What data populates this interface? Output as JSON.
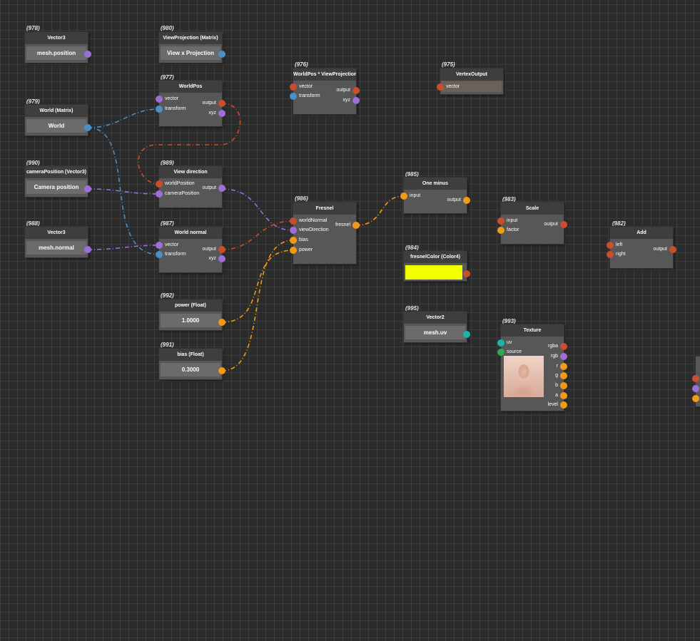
{
  "colors": {
    "vector4": "#9b6fd6",
    "vector3": "#9b6fd6",
    "matrix": "#4a90c6",
    "float": "#f09a15",
    "vector2": "#1fb3a8",
    "output_orange": "#c84e2d",
    "color4": "#f2ff00"
  },
  "nodes": {
    "vector3_position": {
      "id": "(978)",
      "title": "Vector3",
      "value": "mesh.position"
    },
    "viewprojection": {
      "id": "(980)",
      "title": "ViewProjection (Matrix)",
      "value": "View x Projection"
    },
    "worldpos": {
      "id": "(977)",
      "title": "WorldPos",
      "inputs": [
        "vector",
        "transform"
      ],
      "outputs": [
        "output",
        "xyz"
      ]
    },
    "world_matrix": {
      "id": "(979)",
      "title": "World (Matrix)",
      "value": "World"
    },
    "worldpos_viewproj": {
      "id": "(976)",
      "title": "WorldPos * ViewProjectionT",
      "inputs": [
        "vector",
        "transform"
      ],
      "outputs": [
        "output",
        "xyz"
      ]
    },
    "vertex_output": {
      "id": "(975)",
      "title": "VertexOutput",
      "inputs": [
        "vector"
      ]
    },
    "camera_position": {
      "id": "(990)",
      "title": "cameraPosition (Vector3)",
      "value": "Camera position"
    },
    "view_direction": {
      "id": "(989)",
      "title": "View direction",
      "inputs": [
        "worldPosition",
        "cameraPosition"
      ],
      "outputs": [
        "output"
      ]
    },
    "one_minus": {
      "id": "(985)",
      "title": "One minus",
      "inputs": [
        "input"
      ],
      "outputs": [
        "output"
      ]
    },
    "fresnel": {
      "id": "(986)",
      "title": "Fresnel",
      "inputs": [
        "worldNormal",
        "viewDirection",
        "bias",
        "power"
      ],
      "outputs": [
        "fresnel"
      ]
    },
    "scale": {
      "id": "(983)",
      "title": "Scale",
      "inputs": [
        "input",
        "factor"
      ],
      "outputs": [
        "output"
      ]
    },
    "add": {
      "id": "(982)",
      "title": "Add",
      "inputs": [
        "left",
        "right"
      ],
      "outputs": [
        "output"
      ]
    },
    "vector3_normal": {
      "id": "(988)",
      "title": "Vector3",
      "value": "mesh.normal"
    },
    "world_normal": {
      "id": "(987)",
      "title": "World normal",
      "inputs": [
        "vector",
        "transform"
      ],
      "outputs": [
        "output",
        "xyz"
      ]
    },
    "fresnel_color": {
      "id": "(984)",
      "title": "fresnelColor (Color4)"
    },
    "power_float": {
      "id": "(992)",
      "title": "power (Float)",
      "value": "1.0000"
    },
    "vector2_uv": {
      "id": "(995)",
      "title": "Vector2",
      "value": "mesh.uv"
    },
    "texture": {
      "id": "(993)",
      "title": "Texture",
      "inputs": [
        "uv",
        "source"
      ],
      "outputs": [
        "rgba",
        "rgb",
        "r",
        "g",
        "b",
        "a",
        "level"
      ]
    },
    "bias_float": {
      "id": "(991)",
      "title": "bias (Float)",
      "value": "0.3000"
    }
  }
}
